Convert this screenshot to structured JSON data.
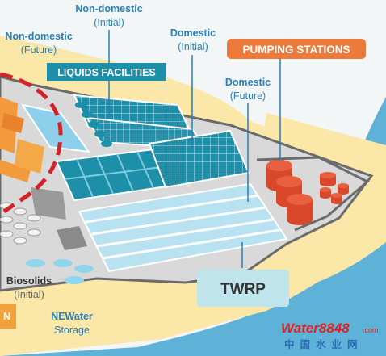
{
  "labels": {
    "non_domestic_initial": {
      "line1": "Non-domestic",
      "line2": "(Initial)"
    },
    "non_domestic_future": {
      "line1": "Non-domestic",
      "line2": "(Future)"
    },
    "domestic_initial": {
      "line1": "Domestic",
      "line2": "(Initial)"
    },
    "domestic_future": {
      "line1": "Domestic",
      "line2": "(Future)"
    },
    "liquids_facilities": "LIQUIDS FACILITIES",
    "pumping_stations": "PUMPING STATIONS",
    "twrp": "TWRP",
    "biosolids": {
      "line1": "Biosolids",
      "line2": "(Initial)"
    },
    "newater": {
      "line1": "NEWater",
      "line2": "Storage"
    },
    "edge_fragment": "N"
  },
  "watermark": {
    "brand": "Water8848",
    "domain": ".com",
    "chinese": "中国水业网"
  },
  "colors": {
    "sea": "#5fb2d7",
    "sand": "#fbe7a8",
    "ground": "#d9d9d9",
    "tank": "#1e8fa8",
    "pool": "#8ed0ec",
    "label_blue": "#2a7fb5",
    "pumping_orange": "#ec7a3c",
    "twrp_box": "#bfe4ec",
    "dashed_red": "#d2232a"
  }
}
